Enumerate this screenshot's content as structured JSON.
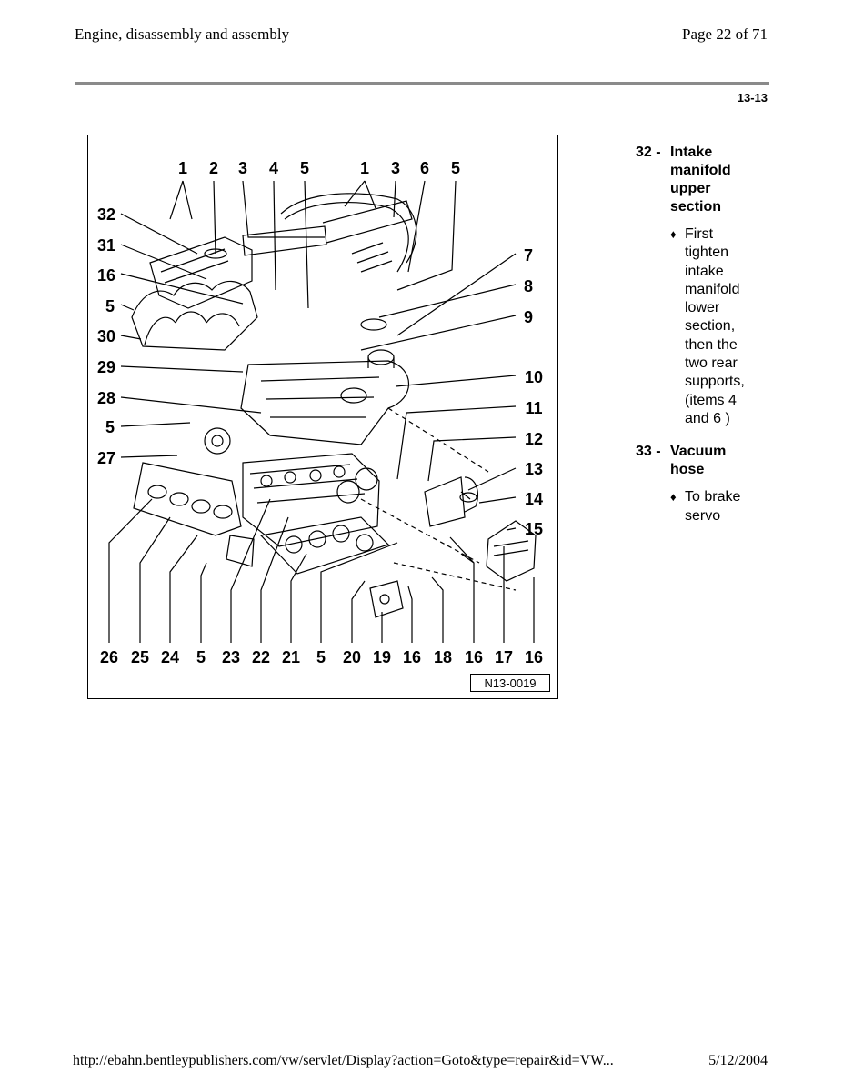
{
  "header": {
    "title": "Engine, disassembly and assembly",
    "page": "Page 22 of 71",
    "section_code": "13-13"
  },
  "figure": {
    "id_label": "N13-0019",
    "callouts": [
      "1",
      "2",
      "3",
      "4",
      "5",
      "1",
      "3",
      "6",
      "5",
      "32",
      "31",
      "16",
      "5",
      "30",
      "29",
      "28",
      "5",
      "27",
      "7",
      "8",
      "9",
      "10",
      "11",
      "12",
      "13",
      "14",
      "15",
      "26",
      "25",
      "24",
      "5",
      "23",
      "22",
      "21",
      "5",
      "20",
      "19",
      "16",
      "18",
      "16",
      "17",
      "16"
    ]
  },
  "items": [
    {
      "number": "32 -",
      "title": "Intake manifold upper section",
      "notes": [
        "First tighten intake manifold lower section, then the two rear supports, (items 4 and 6 )"
      ]
    },
    {
      "number": "33 -",
      "title": "Vacuum hose",
      "notes": [
        "To brake servo"
      ]
    }
  ],
  "footer": {
    "url": "http://ebahn.bentleypublishers.com/vw/servlet/Display?action=Goto&type=repair&id=VW...",
    "date": "5/12/2004"
  }
}
